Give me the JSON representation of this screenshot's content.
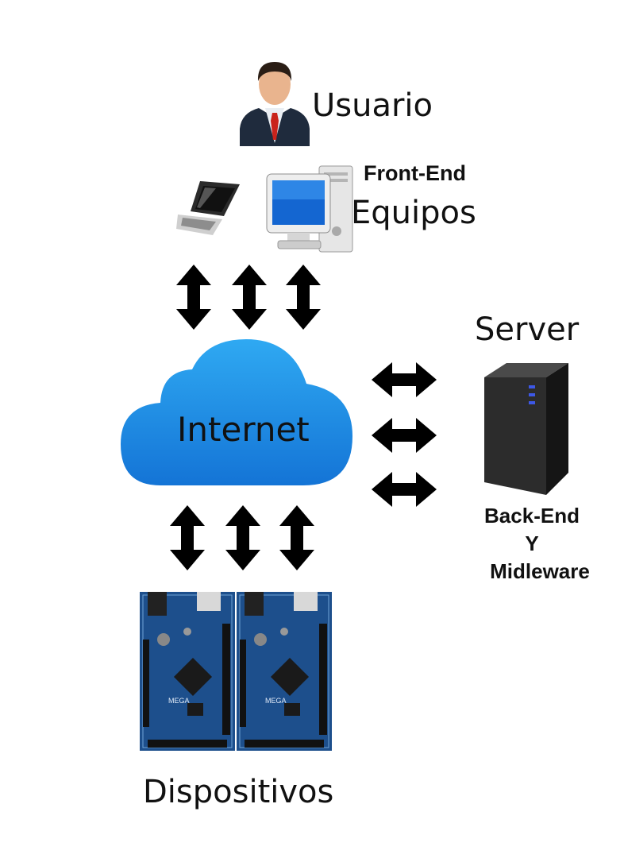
{
  "labels": {
    "user": "Usuario",
    "frontend": "Front-End",
    "devices_top": "Equipos",
    "server": "Server",
    "internet": "Internet",
    "backend_1": "Back-End",
    "backend_2": "Y",
    "backend_3": "Midleware",
    "devices_bottom": "Dispositivos"
  },
  "icons": [
    "user-icon",
    "laptop-icon",
    "desktop-pc-icon",
    "cloud-icon",
    "server-icon",
    "arduino-board-icon"
  ],
  "colors": {
    "cloud_top": "#2fa9f2",
    "cloud_bottom": "#1474d6",
    "board": "#1d4f8c",
    "arrow": "#000000"
  }
}
